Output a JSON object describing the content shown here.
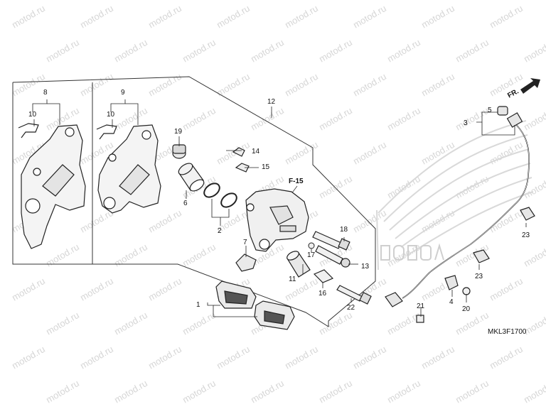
{
  "watermark": "motod.ru",
  "direction_arrow": "FR.",
  "reference_label": "F-15",
  "diagram_code": "MKL3F1700",
  "brand_graphic": "honda-wing-logo",
  "callouts": {
    "c1": "1",
    "c2": "2",
    "c3": "3",
    "c4": "4",
    "c5": "5",
    "c6": "6",
    "c7": "7",
    "c8": "8",
    "c9": "9",
    "c10a": "10",
    "c10b": "10",
    "c11": "11",
    "c12": "12",
    "c13": "13",
    "c14": "14",
    "c15": "15",
    "c16": "16",
    "c17": "17",
    "c18": "18",
    "c19": "19",
    "c20": "20",
    "c21": "21",
    "c22": "22",
    "c23a": "23",
    "c23b": "23"
  }
}
